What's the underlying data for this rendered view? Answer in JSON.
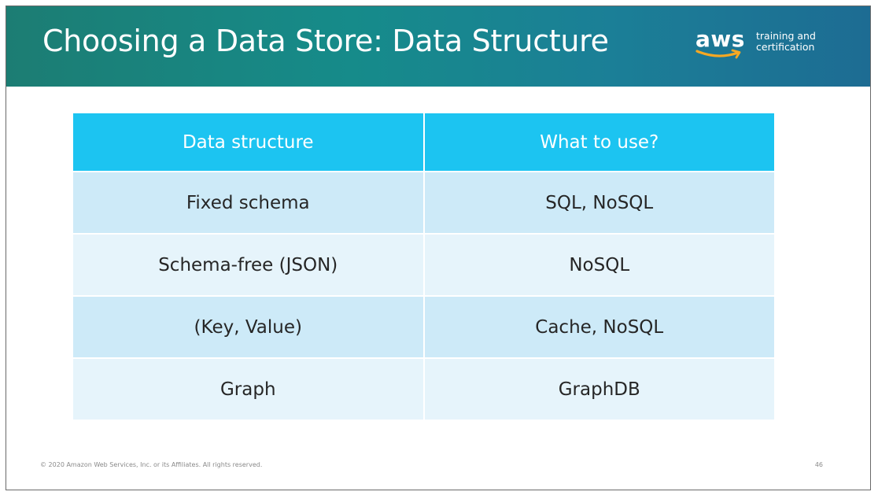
{
  "slide": {
    "title": "Choosing a Data Store: Data Structure",
    "logo": {
      "wordmark": "aws",
      "tagline_line1": "training and",
      "tagline_line2": "certification",
      "smile_color": "#f7a823"
    },
    "table": {
      "headers": [
        "Data structure",
        "What to use?"
      ],
      "rows": [
        [
          "Fixed schema",
          "SQL, NoSQL"
        ],
        [
          "Schema-free (JSON)",
          "NoSQL"
        ],
        [
          "(Key, Value)",
          "Cache, NoSQL"
        ],
        [
          "Graph",
          "GraphDB"
        ]
      ]
    },
    "footer": {
      "copyright": "© 2020 Amazon Web Services, Inc. or its Affiliates. All rights reserved.",
      "page_number": "46"
    }
  },
  "colors": {
    "header_gradient_start": "#1c7d73",
    "header_gradient_end": "#1d6c93",
    "table_header": "#1cc4f1",
    "row_dark": "#cdeaf8",
    "row_light": "#e6f4fb"
  }
}
